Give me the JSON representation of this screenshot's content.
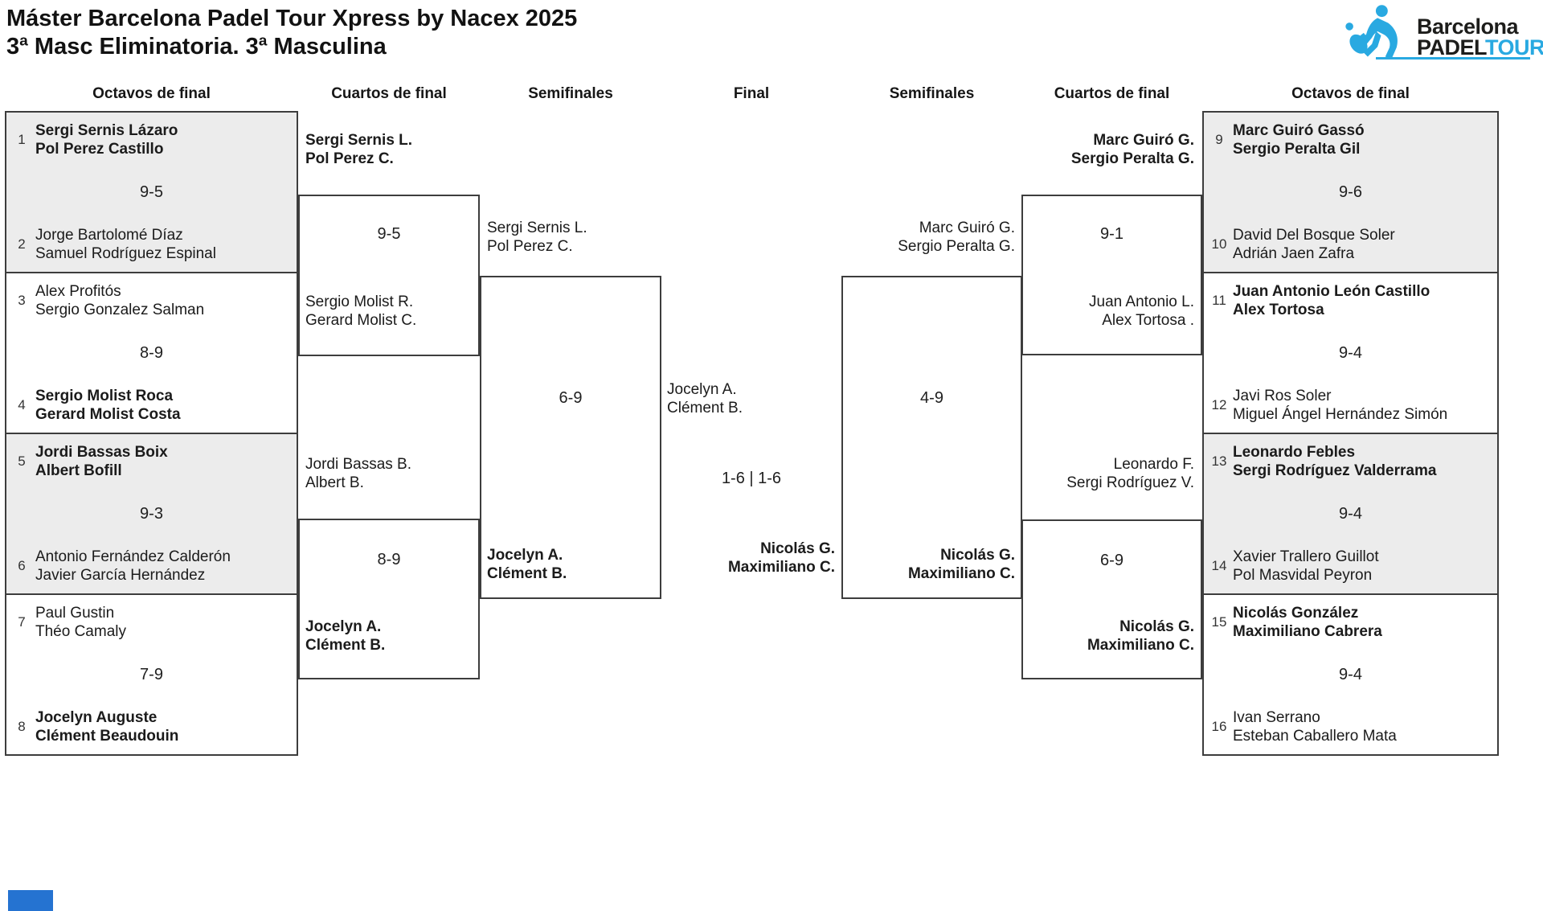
{
  "title": {
    "line1": "Máster Barcelona Padel Tour Xpress by Nacex 2025",
    "line2": "3ª Masc Eliminatoria. 3ª Masculina"
  },
  "logo": {
    "word1": "Barcelona",
    "word2": "PADEL",
    "word3": "TOUR"
  },
  "colors": {
    "accent": "#29a9e1",
    "box_gray": "#ececec",
    "border": "#3d3d3d",
    "corner_square": "#2573d1"
  },
  "round_headers": [
    "Octavos de final",
    "Cuartos de final",
    "Semifinales",
    "Final",
    "Semifinales",
    "Cuartos de final",
    "Octavos de final"
  ],
  "bracket": {
    "octavos_left": [
      {
        "score": "9-5",
        "top": {
          "seed": "1",
          "name1": "Sergi Sernis Lázaro",
          "name2": "Pol Perez Castillo",
          "winner": true
        },
        "bottom": {
          "seed": "2",
          "name1": "Jorge Bartolomé Díaz",
          "name2": "Samuel Rodríguez Espinal",
          "winner": false
        }
      },
      {
        "score": "8-9",
        "top": {
          "seed": "3",
          "name1": "Alex Profitós",
          "name2": "Sergio Gonzalez Salman",
          "winner": false
        },
        "bottom": {
          "seed": "4",
          "name1": "Sergio Molist Roca",
          "name2": "Gerard Molist Costa",
          "winner": true
        }
      },
      {
        "score": "9-3",
        "top": {
          "seed": "5",
          "name1": "Jordi Bassas Boix",
          "name2": "Albert Bofill",
          "winner": true
        },
        "bottom": {
          "seed": "6",
          "name1": "Antonio Fernández Calderón",
          "name2": "Javier García Hernández",
          "winner": false
        }
      },
      {
        "score": "7-9",
        "top": {
          "seed": "7",
          "name1": "Paul Gustin",
          "name2": "Théo Camaly",
          "winner": false
        },
        "bottom": {
          "seed": "8",
          "name1": "Jocelyn Auguste",
          "name2": "Clément Beaudouin",
          "winner": true
        }
      }
    ],
    "octavos_right": [
      {
        "score": "9-6",
        "top": {
          "seed": "9",
          "name1": "Marc Guiró Gassó",
          "name2": "Sergio Peralta Gil",
          "winner": true
        },
        "bottom": {
          "seed": "10",
          "name1": "David Del Bosque Soler",
          "name2": "Adrián Jaen Zafra",
          "winner": false
        }
      },
      {
        "score": "9-4",
        "top": {
          "seed": "11",
          "name1": "Juan Antonio León Castillo",
          "name2": "Alex Tortosa",
          "winner": true
        },
        "bottom": {
          "seed": "12",
          "name1": "Javi Ros Soler",
          "name2": "Miguel Ángel Hernández Simón",
          "winner": false
        }
      },
      {
        "score": "9-4",
        "top": {
          "seed": "13",
          "name1": "Leonardo Febles",
          "name2": "Sergi Rodríguez Valderrama",
          "winner": true
        },
        "bottom": {
          "seed": "14",
          "name1": "Xavier Trallero Guillot",
          "name2": "Pol Masvidal Peyron",
          "winner": false
        }
      },
      {
        "score": "9-4",
        "top": {
          "seed": "15",
          "name1": "Nicolás González",
          "name2": "Maximiliano Cabrera",
          "winner": true
        },
        "bottom": {
          "seed": "16",
          "name1": "Ivan Serrano",
          "name2": "Esteban Caballero Mata",
          "winner": false
        }
      }
    ],
    "cuartos_left": [
      {
        "score": "9-5",
        "top": {
          "name1": "Sergi Sernis L.",
          "name2": "Pol Perez C.",
          "winner": true
        },
        "bottom": {
          "name1": "Sergio Molist R.",
          "name2": "Gerard Molist C.",
          "winner": false
        }
      },
      {
        "score": "8-9",
        "top": {
          "name1": "Jordi Bassas B.",
          "name2": "Albert B.",
          "winner": false
        },
        "bottom": {
          "name1": "Jocelyn A.",
          "name2": "Clément B.",
          "winner": true
        }
      }
    ],
    "cuartos_right": [
      {
        "score": "9-1",
        "top": {
          "name1": "Marc Guiró G.",
          "name2": "Sergio Peralta G.",
          "winner": true
        },
        "bottom": {
          "name1": "Juan Antonio L.",
          "name2": "Alex Tortosa .",
          "winner": false
        }
      },
      {
        "score": "6-9",
        "top": {
          "name1": "Leonardo F.",
          "name2": "Sergi Rodríguez V.",
          "winner": false
        },
        "bottom": {
          "name1": "Nicolás G.",
          "name2": "Maximiliano C.",
          "winner": true
        }
      }
    ],
    "semifinal_left": {
      "score": "6-9",
      "top": {
        "name1": "Sergi Sernis L.",
        "name2": "Pol Perez C.",
        "winner": false
      },
      "bottom": {
        "name1": "Jocelyn A.",
        "name2": "Clément B.",
        "winner": true
      }
    },
    "semifinal_right": {
      "score": "4-9",
      "top": {
        "name1": "Marc Guiró G.",
        "name2": "Sergio Peralta G.",
        "winner": false
      },
      "bottom": {
        "name1": "Nicolás G.",
        "name2": "Maximiliano C.",
        "winner": true
      }
    },
    "final": {
      "score": "1-6 | 1-6",
      "left": {
        "name1": "Jocelyn A.",
        "name2": "Clément B.",
        "winner": false
      },
      "right": {
        "name1": "Nicolás G.",
        "name2": "Maximiliano C.",
        "winner": true
      }
    }
  }
}
